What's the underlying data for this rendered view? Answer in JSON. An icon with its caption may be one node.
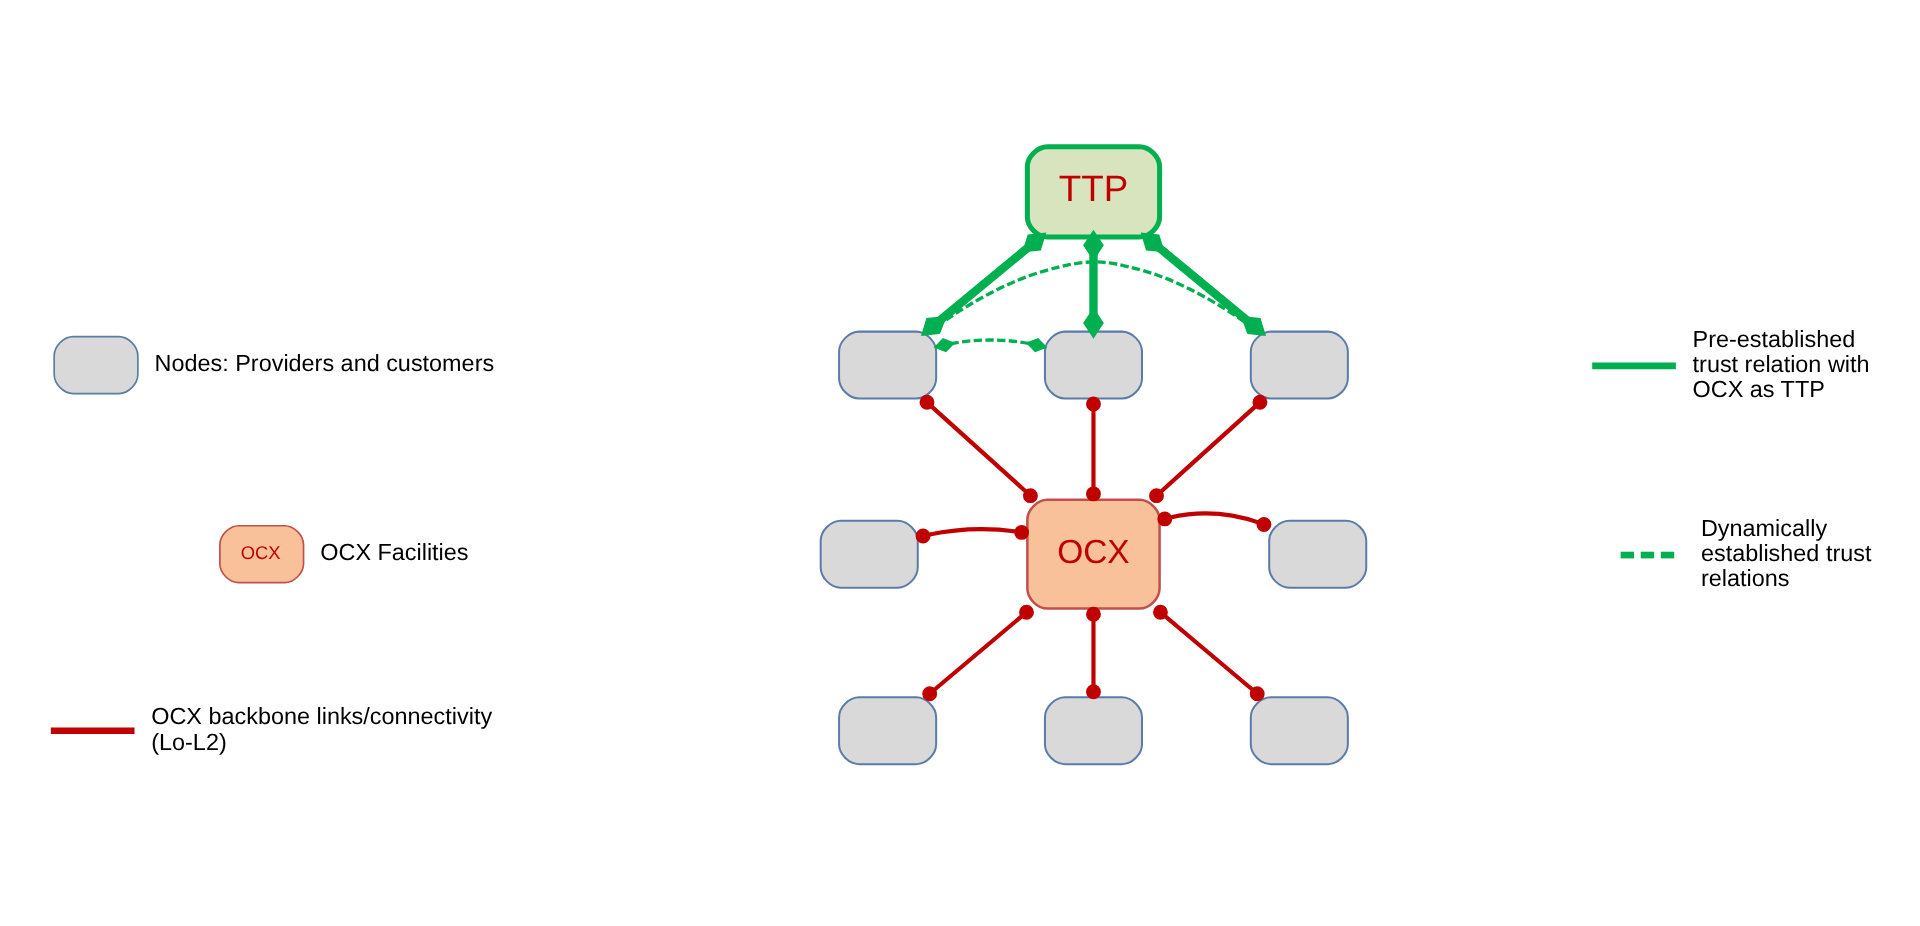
{
  "diagram": {
    "nodes": [
      {
        "text": [
          "TTP"
        ]
      },
      {
        "text": [],
        "shape": "box"
      },
      {
        "text": [],
        "shape": "box"
      },
      {
        "text": [],
        "shape": "box"
      },
      {
        "text": [],
        "shape": "box"
      },
      {
        "text": [
          "OCX"
        ]
      },
      {
        "text": [],
        "shape": "box"
      },
      {
        "text": [],
        "shape": "box"
      },
      {
        "text": [],
        "shape": "box"
      },
      {
        "text": [],
        "shape": "box"
      }
    ],
    "edges": [
      {
        "from": 0,
        "to": 1,
        "arrow": "other",
        "style": "thick",
        "color": "#00b050"
      },
      {
        "from": 0,
        "to": 2,
        "arrow": "other",
        "style": "thick",
        "color": "#00b050"
      },
      {
        "from": 0,
        "to": 3,
        "arrow": "other",
        "style": "thick",
        "color": "#00b050"
      },
      {
        "from": 3,
        "to": 1,
        "arrow": "other",
        "style": "dashed",
        "color": "#00b050"
      },
      {
        "from": 2,
        "to": 1,
        "arrow": "other",
        "style": "dashed",
        "color": "#00b050"
      },
      {
        "from": 1,
        "to": 5,
        "arrow": "other"
      },
      {
        "from": 2,
        "to": 5,
        "arrow": "other"
      },
      {
        "from": 3,
        "to": 5,
        "arrow": "other"
      },
      {
        "from": 4,
        "to": 5,
        "arrow": "other"
      },
      {
        "from": 5,
        "to": 6,
        "arrow": "other"
      },
      {
        "from": 5,
        "to": 7,
        "arrow": "other"
      },
      {
        "from": 5,
        "to": 8,
        "arrow": "other"
      },
      {
        "from": 5,
        "to": 9,
        "arrow": "other"
      }
    ],
    "labels": [
      "OCX"
    ],
    "legend": [
      {
        "text": "Nodes: Providers and customers"
      },
      {
        "text": "OCX Facilities"
      },
      {
        "text": "OCX backbone links/connectivity (Lo-L2)"
      },
      {
        "text": "Pre-established trust relation with OCX as TTP"
      },
      {
        "text": "Dynamically established trust relations"
      }
    ]
  }
}
